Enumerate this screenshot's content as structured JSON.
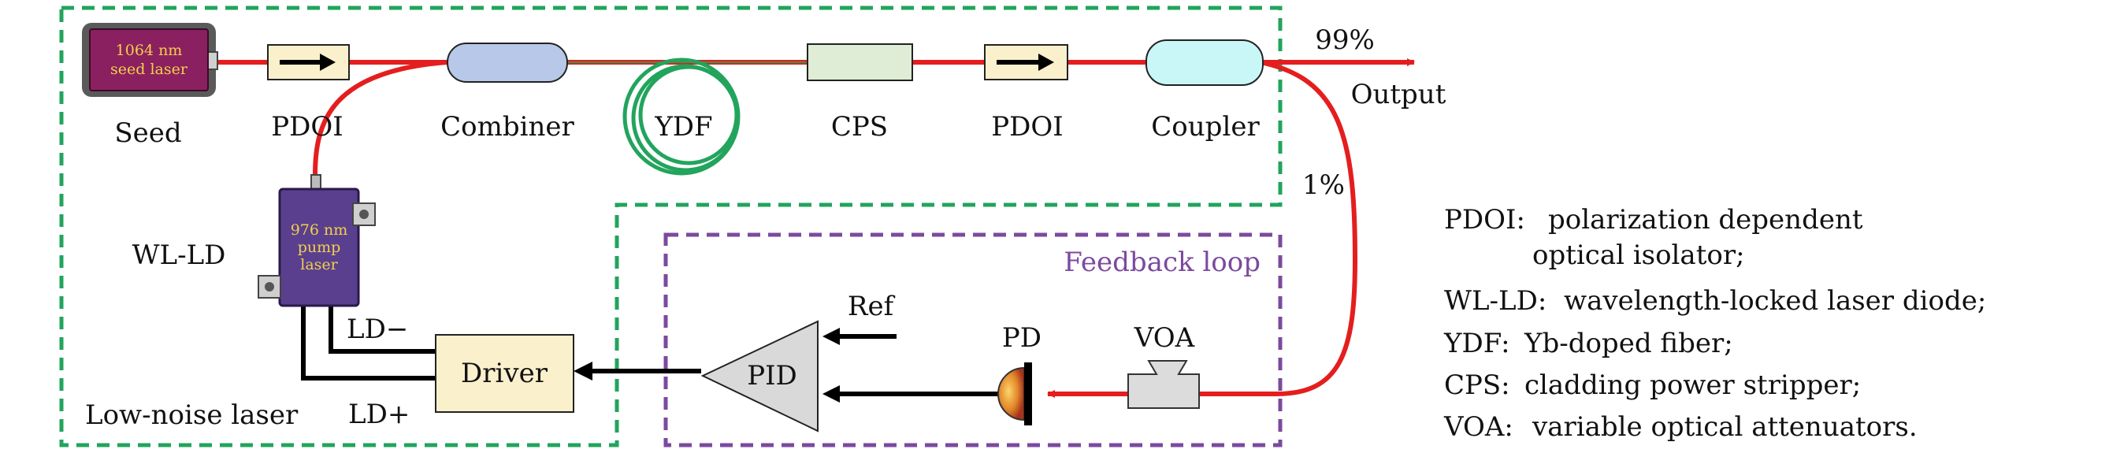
{
  "colors": {
    "fiber": "#e41e1e",
    "green_dash": "#22a45d",
    "purple_dash": "#7b4a9e",
    "seed_body": "#8b2060",
    "seed_text": "#f2d04a",
    "pump_body": "#5a3f8f",
    "pump_text": "#f2d04a",
    "pdoi_fill": "#fbf0cc",
    "combiner_fill": "#b7c8e8",
    "cps_fill": "#dfecd6",
    "coupler_fill": "#c9f7f7",
    "ydf_green": "#22a45d",
    "driver_fill": "#fbf0cc",
    "pid_fill": "#d9d9d9",
    "pd_fill": "#e0862a",
    "voa_fill": "#dcdcdc",
    "feedback_text": "#7b4a9e"
  },
  "seed": {
    "line1": "1064 nm",
    "line2": "seed laser",
    "label": "Seed"
  },
  "pump": {
    "line1": "976 nm",
    "line2": "pump",
    "line3": "laser",
    "label": "WL-LD"
  },
  "components": {
    "pdoi1": "PDOI",
    "combiner": "Combiner",
    "ydf": "YDF",
    "cps": "CPS",
    "pdoi2": "PDOI",
    "coupler": "Coupler",
    "driver": "Driver",
    "pid": "PID",
    "pd": "PD",
    "voa": "VOA"
  },
  "signals": {
    "output_pct": "99%",
    "output": "Output",
    "tap_pct": "1%",
    "ref": "Ref",
    "ld_minus": "LD−",
    "ld_plus": "LD+"
  },
  "regions": {
    "low_noise": "Low-noise laser",
    "feedback": "Feedback loop"
  },
  "legend": [
    {
      "key": "PDOI:",
      "desc": "polarization dependent",
      "desc2": "optical isolator;"
    },
    {
      "key": "WL-LD:",
      "desc": "wavelength-locked laser diode;"
    },
    {
      "key": "YDF:",
      "desc": "Yb-doped fiber;"
    },
    {
      "key": "CPS:",
      "desc": "cladding power stripper;"
    },
    {
      "key": "VOA:",
      "desc": "variable optical attenuators."
    }
  ]
}
